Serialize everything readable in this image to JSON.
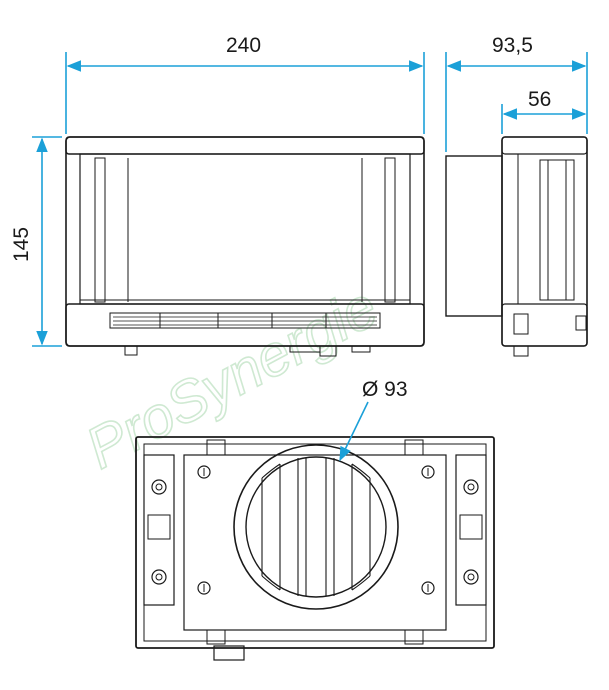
{
  "dimensions": {
    "width": "240",
    "depth_total": "93,5",
    "depth_collar": "56",
    "height": "145",
    "diameter": "Ø 93"
  },
  "watermark": "ProSynergie",
  "colors": {
    "dimension_line": "#1ba0d8",
    "outline": "#1a1a1a",
    "watermark": "#cfe9d2"
  }
}
